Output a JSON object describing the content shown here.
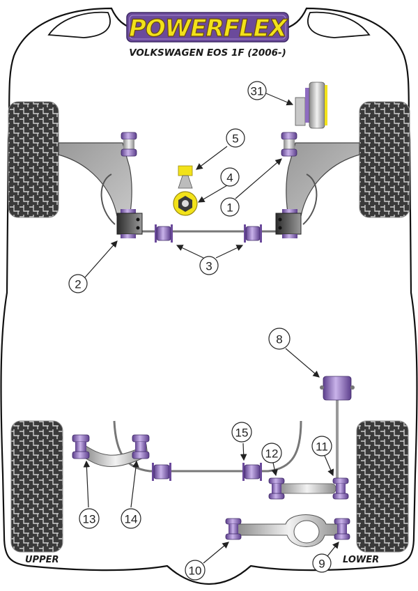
{
  "header": {
    "brand": "POWERFLEX",
    "subtitle": "VOLKSWAGEN EOS 1F (2006-)"
  },
  "labels": {
    "upper": "UPPER",
    "lower": "LOWER"
  },
  "colors": {
    "bushing_purple": "#8e6cc0",
    "bushing_purple_dark": "#5d3f8c",
    "bushing_yellow": "#f2e21a",
    "tyre_dark": "#3a3a3a",
    "arm_gray": "#a8a8a8",
    "logo_purple": "#6b4a9b"
  },
  "callouts": [
    {
      "id": "1",
      "text": "1"
    },
    {
      "id": "2",
      "text": "2"
    },
    {
      "id": "3",
      "text": "3"
    },
    {
      "id": "4",
      "text": "4"
    },
    {
      "id": "5",
      "text": "5"
    },
    {
      "id": "8",
      "text": "8"
    },
    {
      "id": "9",
      "text": "9"
    },
    {
      "id": "10",
      "text": "10"
    },
    {
      "id": "11",
      "text": "11"
    },
    {
      "id": "12",
      "text": "12"
    },
    {
      "id": "13",
      "text": "13"
    },
    {
      "id": "14",
      "text": "14"
    },
    {
      "id": "15",
      "text": "15"
    },
    {
      "id": "31",
      "text": "31"
    }
  ]
}
